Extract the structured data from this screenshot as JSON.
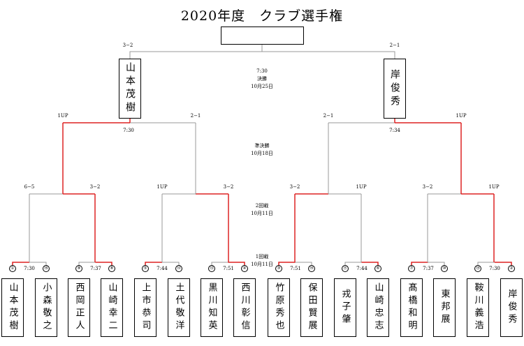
{
  "title": "2020年度　クラブ選手権",
  "colors": {
    "win": "#dd2222",
    "line": "#999999"
  },
  "finalists": {
    "left": "山本茂樹",
    "right": "岸俊秀"
  },
  "rounds": {
    "final": {
      "time": "7:30",
      "name": "決勝",
      "date": "10月25日"
    },
    "semi": {
      "name": "準決勝",
      "date": "10月18日"
    },
    "r2": {
      "name": "2回戦",
      "date": "10月11日"
    },
    "r1": {
      "name": "1回戦",
      "date": "10月11日"
    }
  },
  "scores": {
    "final_left": "3−2",
    "final_right": "2−1",
    "semi_1": "1UP",
    "semi_2": "2−1",
    "semi_3": "2−1",
    "semi_4": "1UP",
    "semi_time_left": "7:30",
    "semi_time_right": "7:34",
    "r2_1": "6−5",
    "r2_2": "3−2",
    "r2_3": "1UP",
    "r2_4": "3−2",
    "r2_5": "3−2",
    "r2_6": "1UP",
    "r2_7": "3−2",
    "r2_8": "1UP"
  },
  "r1_times": [
    "7:30",
    "7:37",
    "7:44",
    "7:51",
    "7:51",
    "7:44",
    "7:37",
    "7:30"
  ],
  "players": [
    {
      "seed": "①",
      "name": "山本茂樹"
    },
    {
      "seed": "⑯",
      "name": "小森敬之"
    },
    {
      "seed": "⑨",
      "name": "西岡正人"
    },
    {
      "seed": "⑧",
      "name": "山崎幸二"
    },
    {
      "seed": "⑤",
      "name": "上市恭司"
    },
    {
      "seed": "⑫",
      "name": "土代敬洋"
    },
    {
      "seed": "⑬",
      "name": "黒川知英"
    },
    {
      "seed": "④",
      "name": "西川彰信"
    },
    {
      "seed": "③",
      "name": "竹原秀也"
    },
    {
      "seed": "⑭",
      "name": "保田賢展"
    },
    {
      "seed": "⑪",
      "name": "戎子肇"
    },
    {
      "seed": "⑥",
      "name": "山崎忠志"
    },
    {
      "seed": "⑦",
      "name": "髙橋和明"
    },
    {
      "seed": "⑩",
      "name": "東邦展"
    },
    {
      "seed": "⑮",
      "name": "鞍川義浩"
    },
    {
      "seed": "②",
      "name": "岸俊秀"
    }
  ]
}
